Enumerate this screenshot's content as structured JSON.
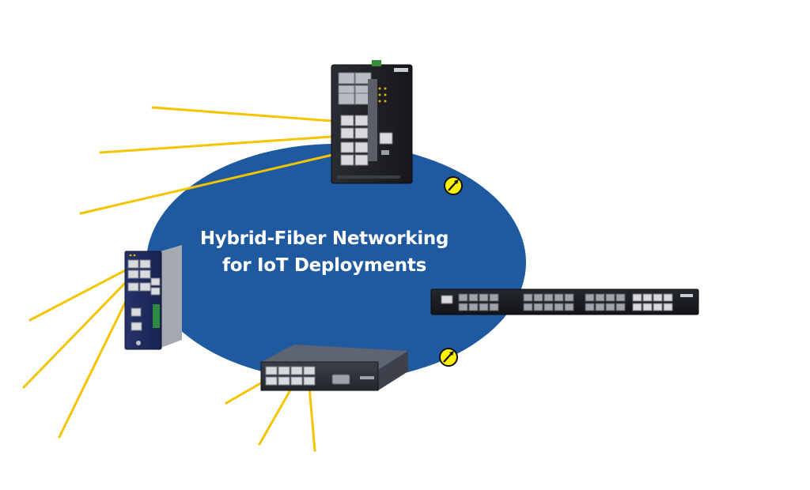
{
  "title": {
    "line1": "Hybrid-Fiber Networking",
    "line2": "for IoT Deployments"
  },
  "colors": {
    "ellipse": "#1f5aa0",
    "link": "#f5c400",
    "device_dark": "#1b1d22",
    "device_navy": "#1d2a55",
    "badge_fill": "#fff200"
  },
  "devices": [
    {
      "id": "top-switch",
      "icon": "din-rail-switch"
    },
    {
      "id": "left-switch",
      "icon": "compact-din-switch"
    },
    {
      "id": "bottom-switch",
      "icon": "desktop-switch"
    },
    {
      "id": "right-switch",
      "icon": "rackmount-switch"
    }
  ],
  "badges": [
    {
      "id": "fiber-link-indicator-1",
      "icon": "compass-arrow-icon"
    },
    {
      "id": "fiber-link-indicator-2",
      "icon": "compass-arrow-icon"
    }
  ]
}
